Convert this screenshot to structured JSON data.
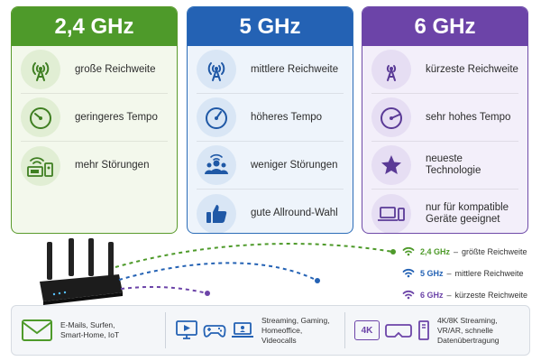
{
  "cards": [
    {
      "title": "2,4 GHz",
      "features": [
        {
          "icon": "antenna-icon",
          "label": "große Reichweite"
        },
        {
          "icon": "speedometer-slow-icon",
          "label": "geringeres Tempo"
        },
        {
          "icon": "interference-devices-icon",
          "label": "mehr Störungen"
        }
      ]
    },
    {
      "title": "5 GHz",
      "features": [
        {
          "icon": "antenna-icon",
          "label": "mittlere Reichweite"
        },
        {
          "icon": "speedometer-medium-icon",
          "label": "höheres Tempo"
        },
        {
          "icon": "users-icon",
          "label": "weniger Störungen"
        },
        {
          "icon": "thumbs-up-icon",
          "label": "gute Allround-Wahl"
        }
      ]
    },
    {
      "title": "6 GHz",
      "features": [
        {
          "icon": "antenna-small-icon",
          "label": "kürzeste Reichweite"
        },
        {
          "icon": "speedometer-fast-icon",
          "label": "sehr hohes Tempo"
        },
        {
          "icon": "star-icon",
          "label": "neueste Technologie"
        },
        {
          "icon": "laptop-phone-icon",
          "label": "nur für kompatible Geräte geeignet"
        }
      ]
    }
  ],
  "legend": [
    {
      "freq": "2,4 GHz",
      "sep": "–",
      "desc": "größte Reichweite",
      "color": "#4e9a2a"
    },
    {
      "freq": "5 GHz",
      "sep": "–",
      "desc": "mittlere Reichweite",
      "color": "#2462b4"
    },
    {
      "freq": "6 GHz",
      "sep": "–",
      "desc": "kürzeste Reichweite",
      "color": "#6c44a8"
    }
  ],
  "uses": [
    {
      "icon": "mail-icon",
      "text": "E-Mails, Surfen, Smart-Home, IoT",
      "color": "#4e9a2a"
    },
    {
      "icon": "streaming-gaming-icons",
      "text": "Streaming, Gaming, Homeoffice, Videocalls",
      "color": "#2462b4"
    },
    {
      "icon": "4k-vr-icons",
      "badge": "4K",
      "text": "4K/8K Streaming, VR/AR, schnelle Datenübertragung",
      "color": "#6c44a8"
    }
  ],
  "colors": {
    "band24": "#4e9a2a",
    "band5": "#2462b4",
    "band6": "#6c44a8"
  }
}
